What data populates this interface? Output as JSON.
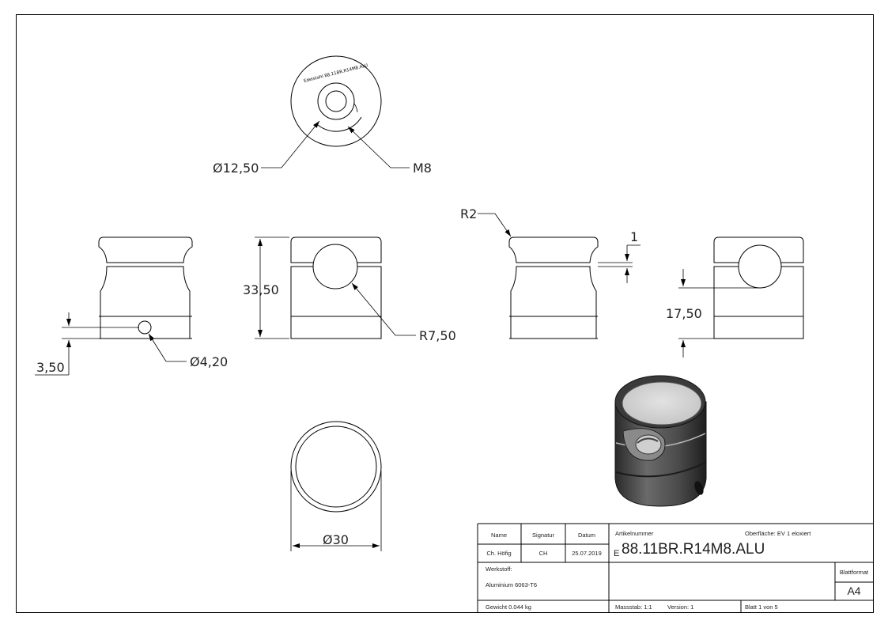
{
  "dimensions": {
    "dia_top": "Ø12,50",
    "thread": "M8",
    "height_total": "33,50",
    "radius_slot": "R7,50",
    "hole_offset": "3,50",
    "hole_dia": "Ø4,20",
    "radius_edge": "R2",
    "groove": "1",
    "height_hole": "17,50",
    "dia_outer": "Ø30"
  },
  "engraving": "Edelstahl 88.11BR.R14M8.ALU",
  "title_block": {
    "col_name": "Name",
    "col_signature": "Signatur",
    "col_date": "Datum",
    "name": "Ch. Höfig",
    "signature": "CH",
    "date": "25.07.2019",
    "material_label": "Werkstoff:",
    "material": "Aluminium 6063-T6",
    "weight": "Gewicht 0.044 kg",
    "article_label": "Artikelnummer",
    "article_prefix": "E",
    "article_number": "88.11BR.R14M8.ALU",
    "surface": "Oberfläche:  EV 1 eloxiert",
    "format_label": "Blattformat",
    "format": "A4",
    "scale": "Massstab: 1:1",
    "version": "Version: 1",
    "sheet": "Blatt 1 von 5"
  }
}
